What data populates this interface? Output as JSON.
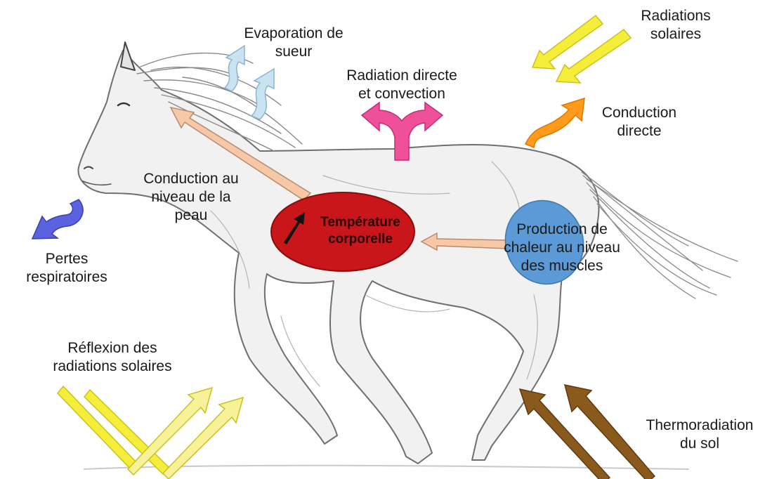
{
  "labels": {
    "evaporation": [
      "Evaporation de",
      "sueur"
    ],
    "radiation_directe": [
      "Radiation directe",
      "et convection"
    ],
    "radiations_solaires": [
      "Radiations",
      "solaires"
    ],
    "conduction_directe": [
      "Conduction",
      "directe"
    ],
    "conduction_peau": [
      "Conduction au",
      "niveau de la",
      "peau"
    ],
    "temperature": [
      "Température",
      "corporelle"
    ],
    "production_chaleur": [
      "Production  de",
      "chaleur au niveau",
      "des muscles"
    ],
    "pertes_respiratoires": [
      "Pertes",
      "respiratoires"
    ],
    "reflexion": [
      "Réflexion des",
      "radiations solaires"
    ],
    "thermoradiation": [
      "Thermoradiation",
      "du sol"
    ]
  },
  "colors": {
    "evaporation": "#c9e3f2",
    "radiation_directe": "#f0509a",
    "solar": "#f4ee3a",
    "solar_light": "#f7f29a",
    "conduction_directe": "#ff9a1a",
    "skin_conduction": "#f7c8a6",
    "core": "#c8161a",
    "muscles": "#5b9ad6",
    "respiratory": "#5a62e0",
    "ground": "#8a5a1c"
  },
  "icons": {
    "horse": "galloping-horse-sketch",
    "temperature_rise": "up-arrow-icon"
  }
}
